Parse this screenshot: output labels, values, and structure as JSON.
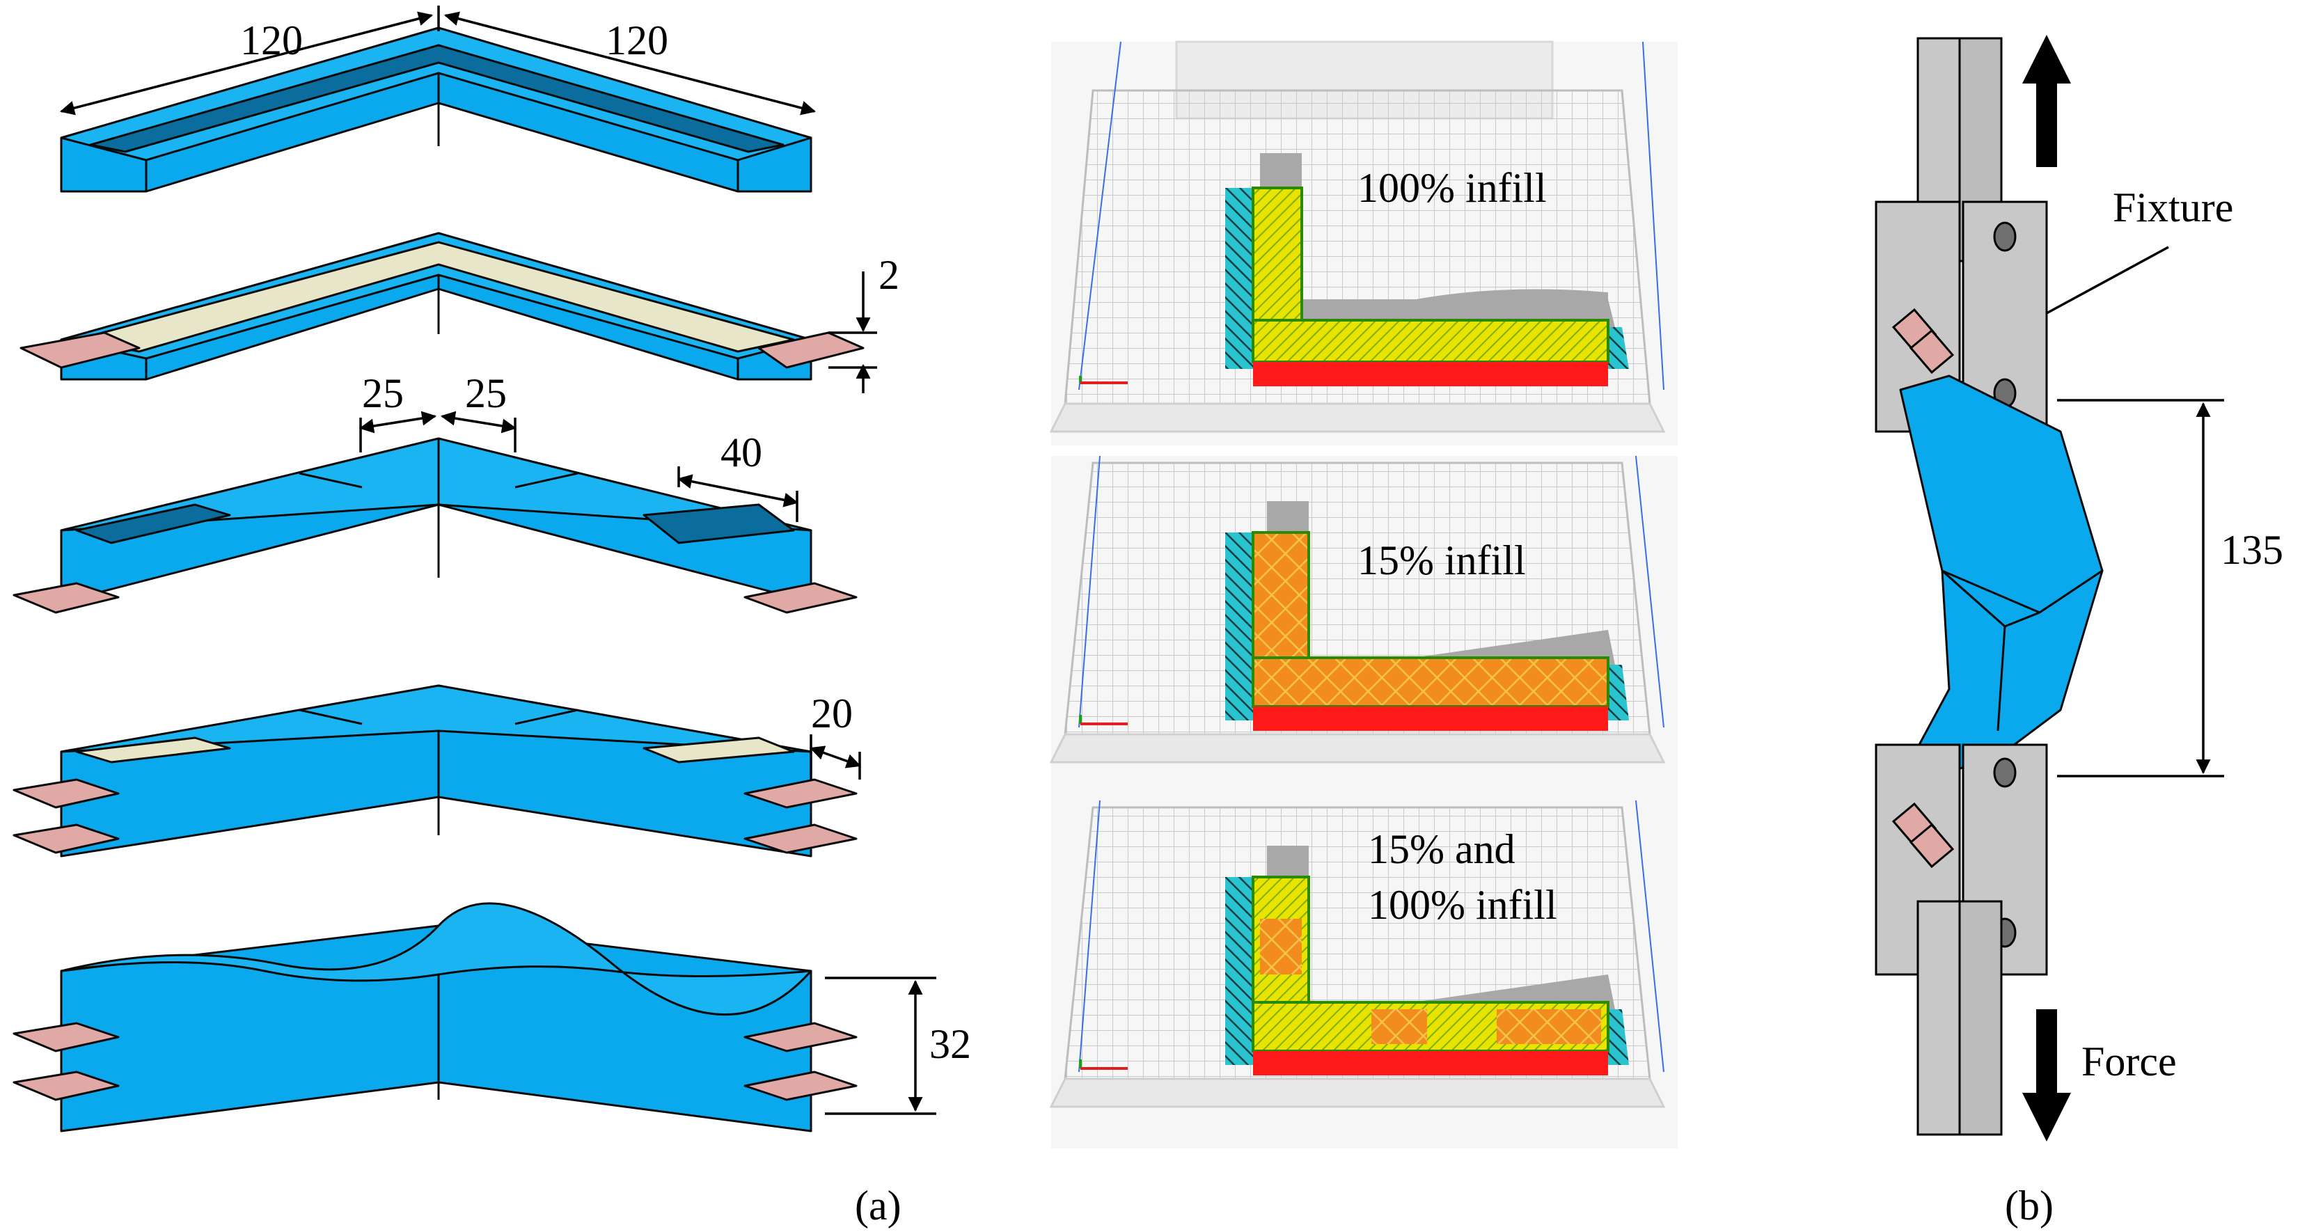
{
  "panels": {
    "a": {
      "caption": "(a)"
    },
    "b": {
      "caption": "(b)"
    }
  },
  "specimen_dimensions": {
    "arm_left": "120",
    "arm_right": "120",
    "adhesive_thickness": "2",
    "center_left": "25",
    "center_right": "25",
    "pocket_length": "40",
    "tab_length": "20",
    "height": "32"
  },
  "slicer_views": [
    {
      "label_lines": [
        "100% infill"
      ]
    },
    {
      "label_lines": [
        "15% infill"
      ]
    },
    {
      "label_lines": [
        "15% and",
        "100% infill"
      ]
    }
  ],
  "test_setup": {
    "fixture_label": "Fixture",
    "gauge_length": "135",
    "force_label": "Force"
  },
  "colors": {
    "specimen_blue": "#0aa8ec",
    "specimen_top": "#1ab4f2",
    "pocket_dark": "#0a6d9e",
    "adhesive_cream": "#e8e6c8",
    "tab_pink": "#e0a9a6",
    "fixture_gray": "#c8c8c8",
    "infill_yellow": "#e8e400",
    "infill_orange": "#f28c1e",
    "shell_red": "#ff1a1a",
    "wall_cyan": "#29c4cf",
    "support_gray": "#a8a8a8"
  }
}
